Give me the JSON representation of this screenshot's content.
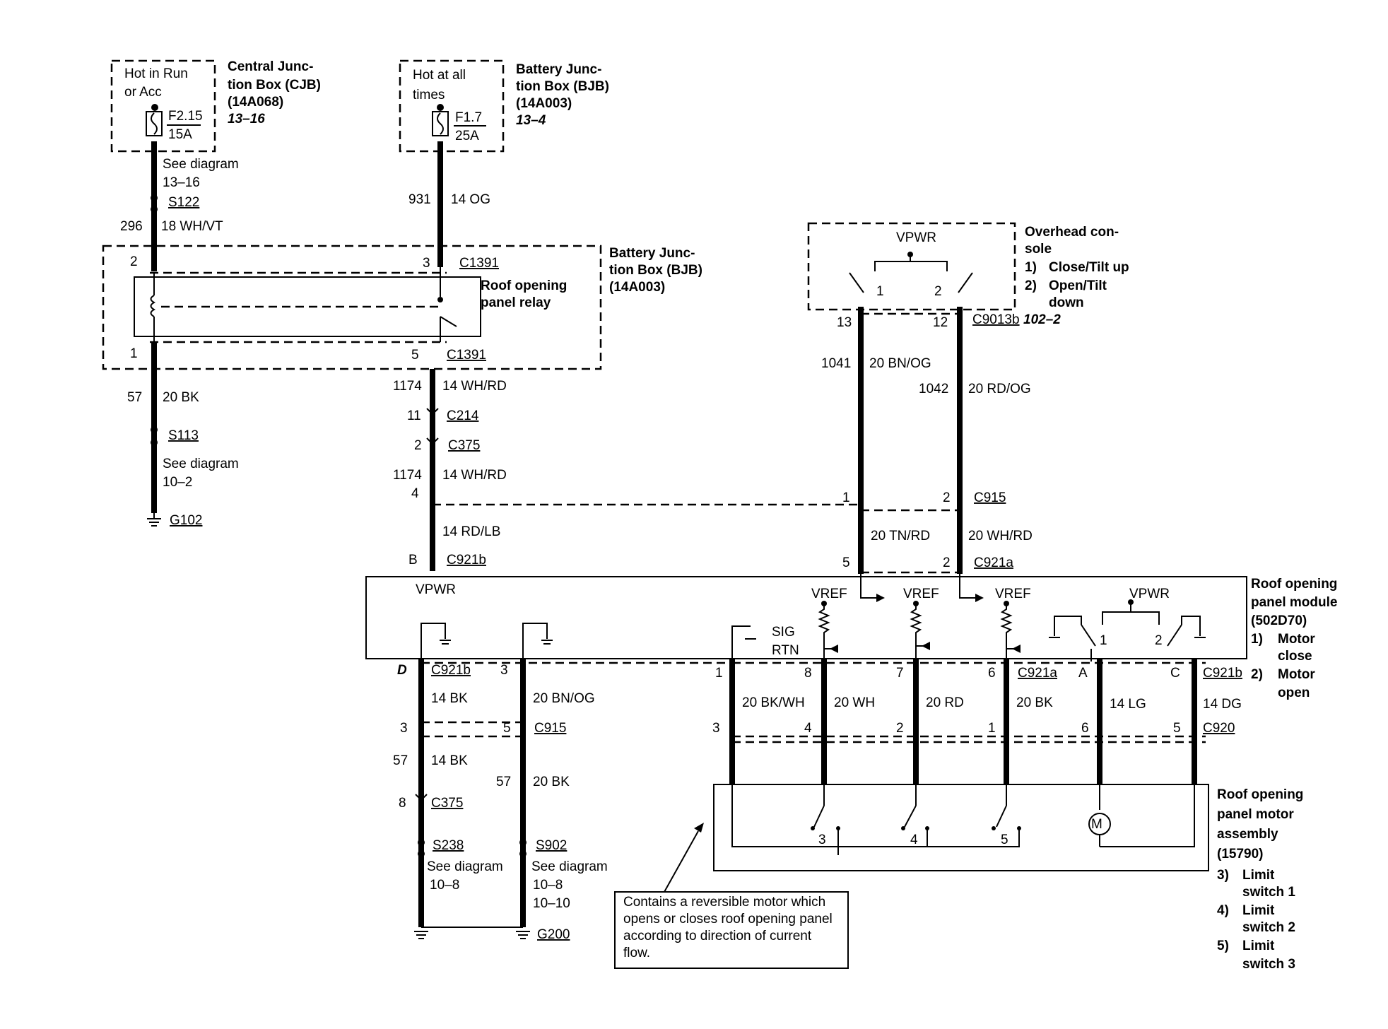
{
  "cjb": {
    "hot": [
      "Hot in Run",
      "or Acc"
    ],
    "fuse": "F2.15",
    "amp": "15A",
    "name": [
      "Central Junc-",
      "tion Box (CJB)",
      "(14A068)"
    ],
    "ref": "13–16"
  },
  "bjb_top": {
    "hot": [
      "Hot at all",
      "times"
    ],
    "fuse": "F1.7",
    "amp": "25A",
    "name": [
      "Battery Junc-",
      "tion Box (BJB)",
      "(14A003)"
    ],
    "ref": "13–4"
  },
  "left_feed": {
    "see": [
      "See diagram",
      "13–16"
    ],
    "splice": "S122",
    "circuit": "296",
    "wire": "18 WH/VT"
  },
  "mid_feed": {
    "circuit": "931",
    "wire": "14 OG"
  },
  "relay_box": {
    "name": [
      "Battery Junc-",
      "tion Box (BJB)",
      "(14A003)"
    ],
    "relay": [
      "Roof opening",
      "panel relay"
    ],
    "pin2": "2",
    "pin3": "3",
    "pin1": "1",
    "pin5": "5",
    "conn_top": "C1391",
    "conn_bot": "C1391"
  },
  "ground_left": {
    "circuit": "57",
    "wire": "20 BK",
    "splice": "S113",
    "see": [
      "See diagram",
      "10–2"
    ],
    "ground": "G102"
  },
  "mid_run": {
    "c1": "1174",
    "w1": "14 WH/RD",
    "p11": "11",
    "conn1": "C214",
    "p2": "2",
    "conn2": "C375",
    "c2": "1174",
    "w2": "14 WH/RD",
    "p4": "4",
    "w3": "14 RD/LB",
    "pB": "B",
    "conn3": "C921b"
  },
  "overhead": {
    "vpwr": "VPWR",
    "s1": "1",
    "s2": "2",
    "name": [
      "Overhead con-",
      "sole"
    ],
    "items": [
      "1)",
      "Close/Tilt up",
      "2)",
      "Open/Tilt",
      "down"
    ],
    "p13": "13",
    "p12": "12",
    "conn": "C9013b",
    "ref": "102–2",
    "c1041": "1041",
    "w1041": "20 BN/OG",
    "c1042": "1042",
    "w1042": "20 RD/OG",
    "p1": "1",
    "p2": "2",
    "c915": "C915",
    "w_tn": "20 TN/RD",
    "w_wh": "20 WH/RD",
    "p5": "5",
    "p2b": "2",
    "c921a": "C921a"
  },
  "module": {
    "vpwr1": "VPWR",
    "vref1": "VREF",
    "vref2": "VREF",
    "vref3": "VREF",
    "vpwr2": "VPWR",
    "sig": "SIG",
    "rtn": "RTN",
    "m1": "1",
    "m2": "2",
    "name": [
      "Roof opening",
      "panel module",
      "(502D70)"
    ],
    "items": [
      "1)",
      "Motor",
      "close",
      "2)",
      "Motor",
      "open"
    ]
  },
  "lower_left": {
    "pD": "D",
    "c921b": "C921b",
    "p3": "3",
    "w14bk": "14 BK",
    "w20bnog": "20 BN/OG",
    "p3b": "3",
    "p5": "5",
    "c915": "C915",
    "c57a": "57",
    "w14bk2": "14 BK",
    "c57b": "57",
    "w20bk": "20 BK",
    "p8": "8",
    "c375": "C375",
    "s238": "S238",
    "s902": "S902",
    "see1": [
      "See diagram",
      "10–8"
    ],
    "see2": [
      "See diagram",
      "10–8",
      "10–10"
    ],
    "g200": "G200"
  },
  "lower_right": {
    "p1": "1",
    "p8": "8",
    "p7": "7",
    "p6": "6",
    "c921a": "C921a",
    "pA": "A",
    "pC": "C",
    "c921b": "C921b",
    "w1": "20 BK/WH",
    "w2": "20 WH",
    "w3": "20 RD",
    "w4": "20 BK",
    "w5": "14 LG",
    "w6": "14 DG",
    "q3": "3",
    "q4": "4",
    "q2": "2",
    "q1": "1",
    "q6": "6",
    "q5": "5",
    "c920": "C920"
  },
  "motor": {
    "name": [
      "Roof opening",
      "panel motor",
      "assembly",
      "(15790)"
    ],
    "items": [
      "3)",
      "Limit",
      "switch 1",
      "4)",
      "Limit",
      "switch 2",
      "5)",
      "Limit",
      "switch 3"
    ],
    "sw3": "3",
    "sw4": "4",
    "sw5": "5",
    "m": "M"
  },
  "note": [
    "Contains a reversible motor which",
    "opens or closes roof opening panel",
    "according to direction of current",
    "flow."
  ]
}
